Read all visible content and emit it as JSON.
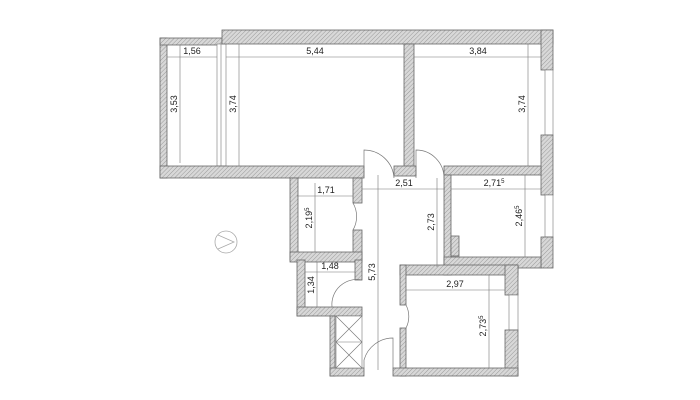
{
  "plan": {
    "dimensions": [
      {
        "id": "balcony-width",
        "value": "1,56",
        "sup": ""
      },
      {
        "id": "balcony-length",
        "value": "3,53",
        "sup": ""
      },
      {
        "id": "living-width",
        "value": "5,44",
        "sup": ""
      },
      {
        "id": "living-depth",
        "value": "3,74",
        "sup": ""
      },
      {
        "id": "bedroom1-width",
        "value": "3,84",
        "sup": ""
      },
      {
        "id": "bedroom1-depth",
        "value": "3,74",
        "sup": ""
      },
      {
        "id": "bathroom-width",
        "value": "1,71",
        "sup": ""
      },
      {
        "id": "bathroom-depth",
        "value": "2,19",
        "sup": "5"
      },
      {
        "id": "corridor-width",
        "value": "2,51",
        "sup": ""
      },
      {
        "id": "corridor-depth",
        "value": "2,73",
        "sup": ""
      },
      {
        "id": "corridor-length",
        "value": "5,73",
        "sup": ""
      },
      {
        "id": "room3-width",
        "value": "2,71",
        "sup": "5"
      },
      {
        "id": "room3-depth",
        "value": "2,46",
        "sup": "5"
      },
      {
        "id": "toilet-width",
        "value": "1,48",
        "sup": ""
      },
      {
        "id": "toilet-depth",
        "value": "1,34",
        "sup": ""
      },
      {
        "id": "room4-width",
        "value": "2,97",
        "sup": ""
      },
      {
        "id": "room4-depth",
        "value": "2,73",
        "sup": "5"
      }
    ],
    "compass_icon": "compass-north-icon",
    "colors": {
      "wall": "#d0d0d0",
      "line": "#666666"
    }
  }
}
